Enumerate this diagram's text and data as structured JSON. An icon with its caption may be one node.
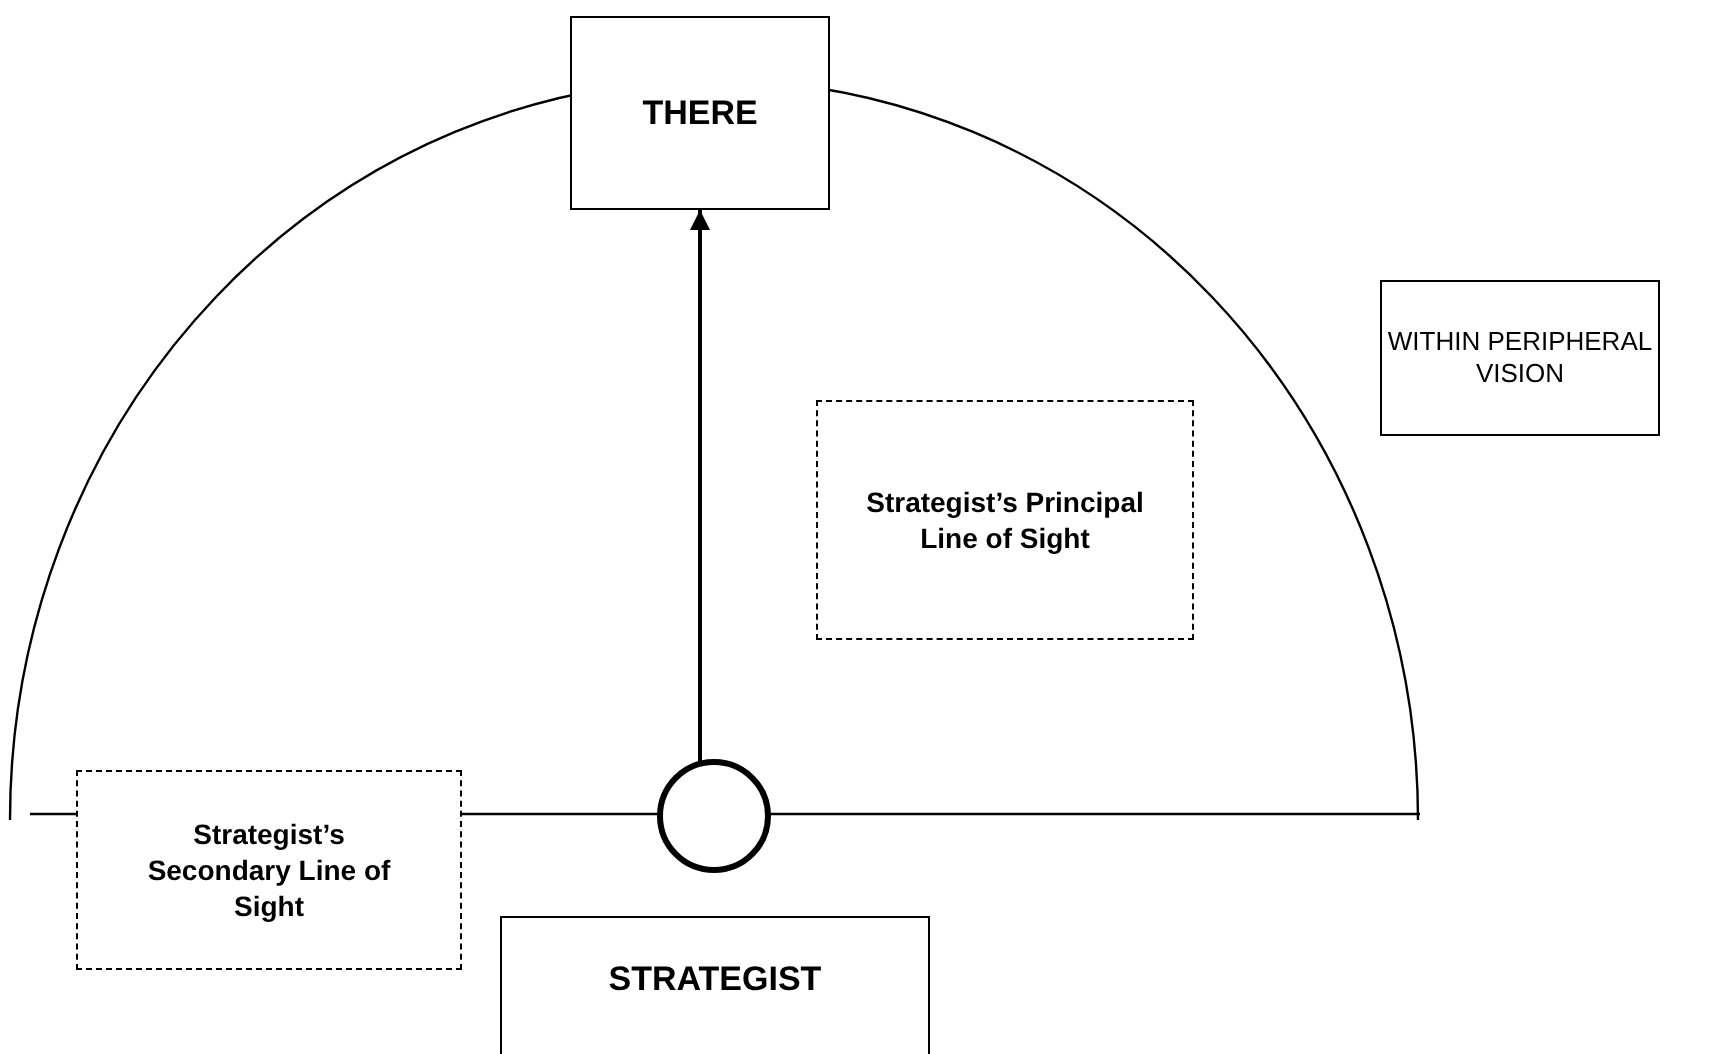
{
  "diagram": {
    "nodes": [
      {
        "text": [
          "THERE"
        ]
      },
      {
        "text": [
          "WITHIN PERIPHERAL VISION"
        ]
      },
      {
        "text": [
          "Strategist’s Principal Line of Sight"
        ]
      },
      {
        "text": [
          "Strategist’s Secondary Line of Sight"
        ]
      },
      {
        "text": [],
        "shape": "circle"
      },
      {
        "text": [
          "STRATEGIST"
        ]
      }
    ],
    "edges": [
      {
        "from": 4,
        "to": 0,
        "arrow": "to"
      }
    ]
  }
}
